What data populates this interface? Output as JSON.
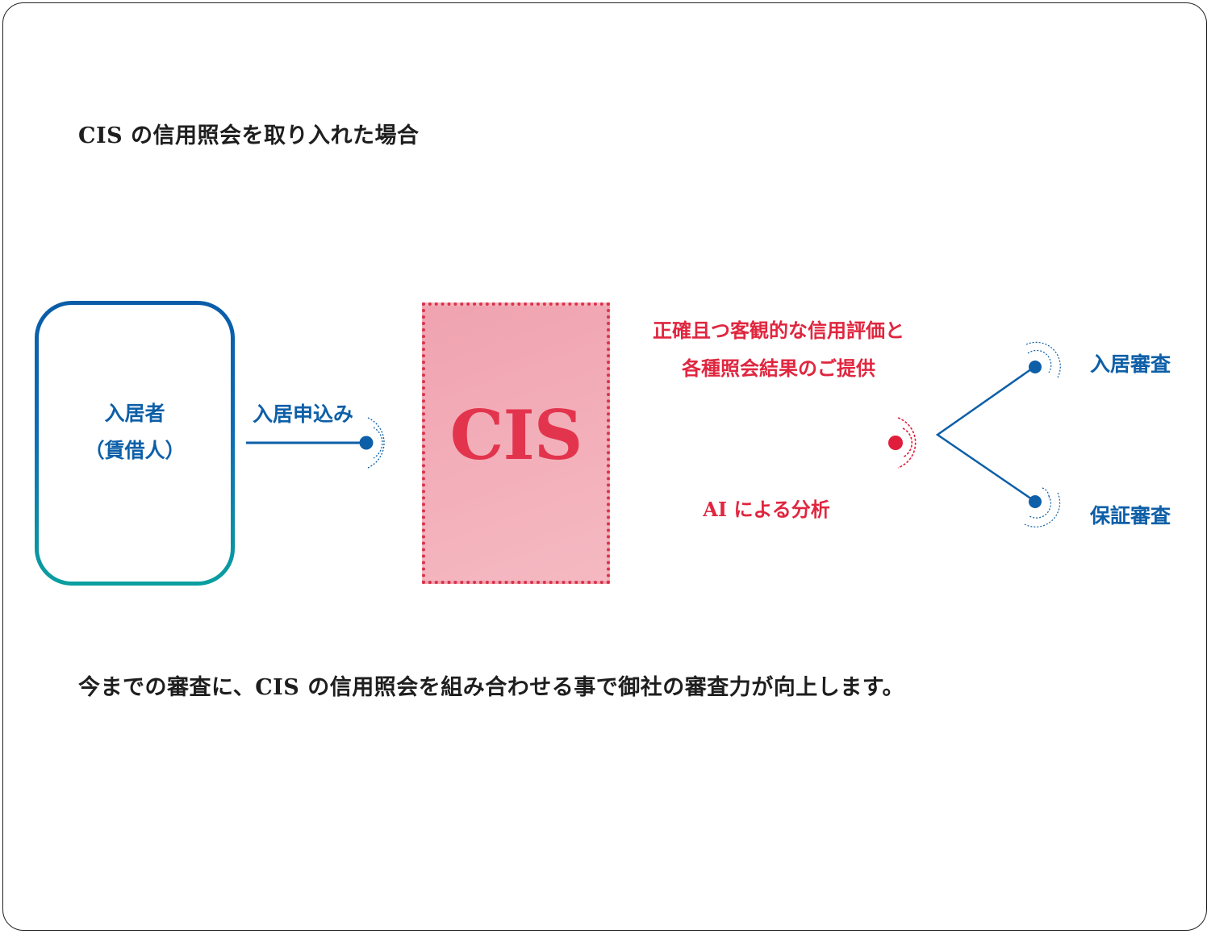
{
  "title": "CIS の信用照会を取り入れた場合",
  "applicant": {
    "line1": "入居者",
    "line2": "（賃借人）"
  },
  "application_label": "入居申込み",
  "cis_label": "CIS",
  "cis_output": {
    "line1": "正確且つ客観的な信用評価と",
    "line2": "各種照会結果のご提供"
  },
  "analysis_label": "AI による分析",
  "outcomes": [
    "入居審査",
    "保証審査"
  ],
  "footer": "今までの審査に、CIS の信用照会を組み合わせる事で御社の審査力が向上します。",
  "colors": {
    "blue": "#0d5fa8",
    "teal": "#0a9fa0",
    "red": "#e0263f",
    "pink_fill": "#f3aeb9"
  }
}
